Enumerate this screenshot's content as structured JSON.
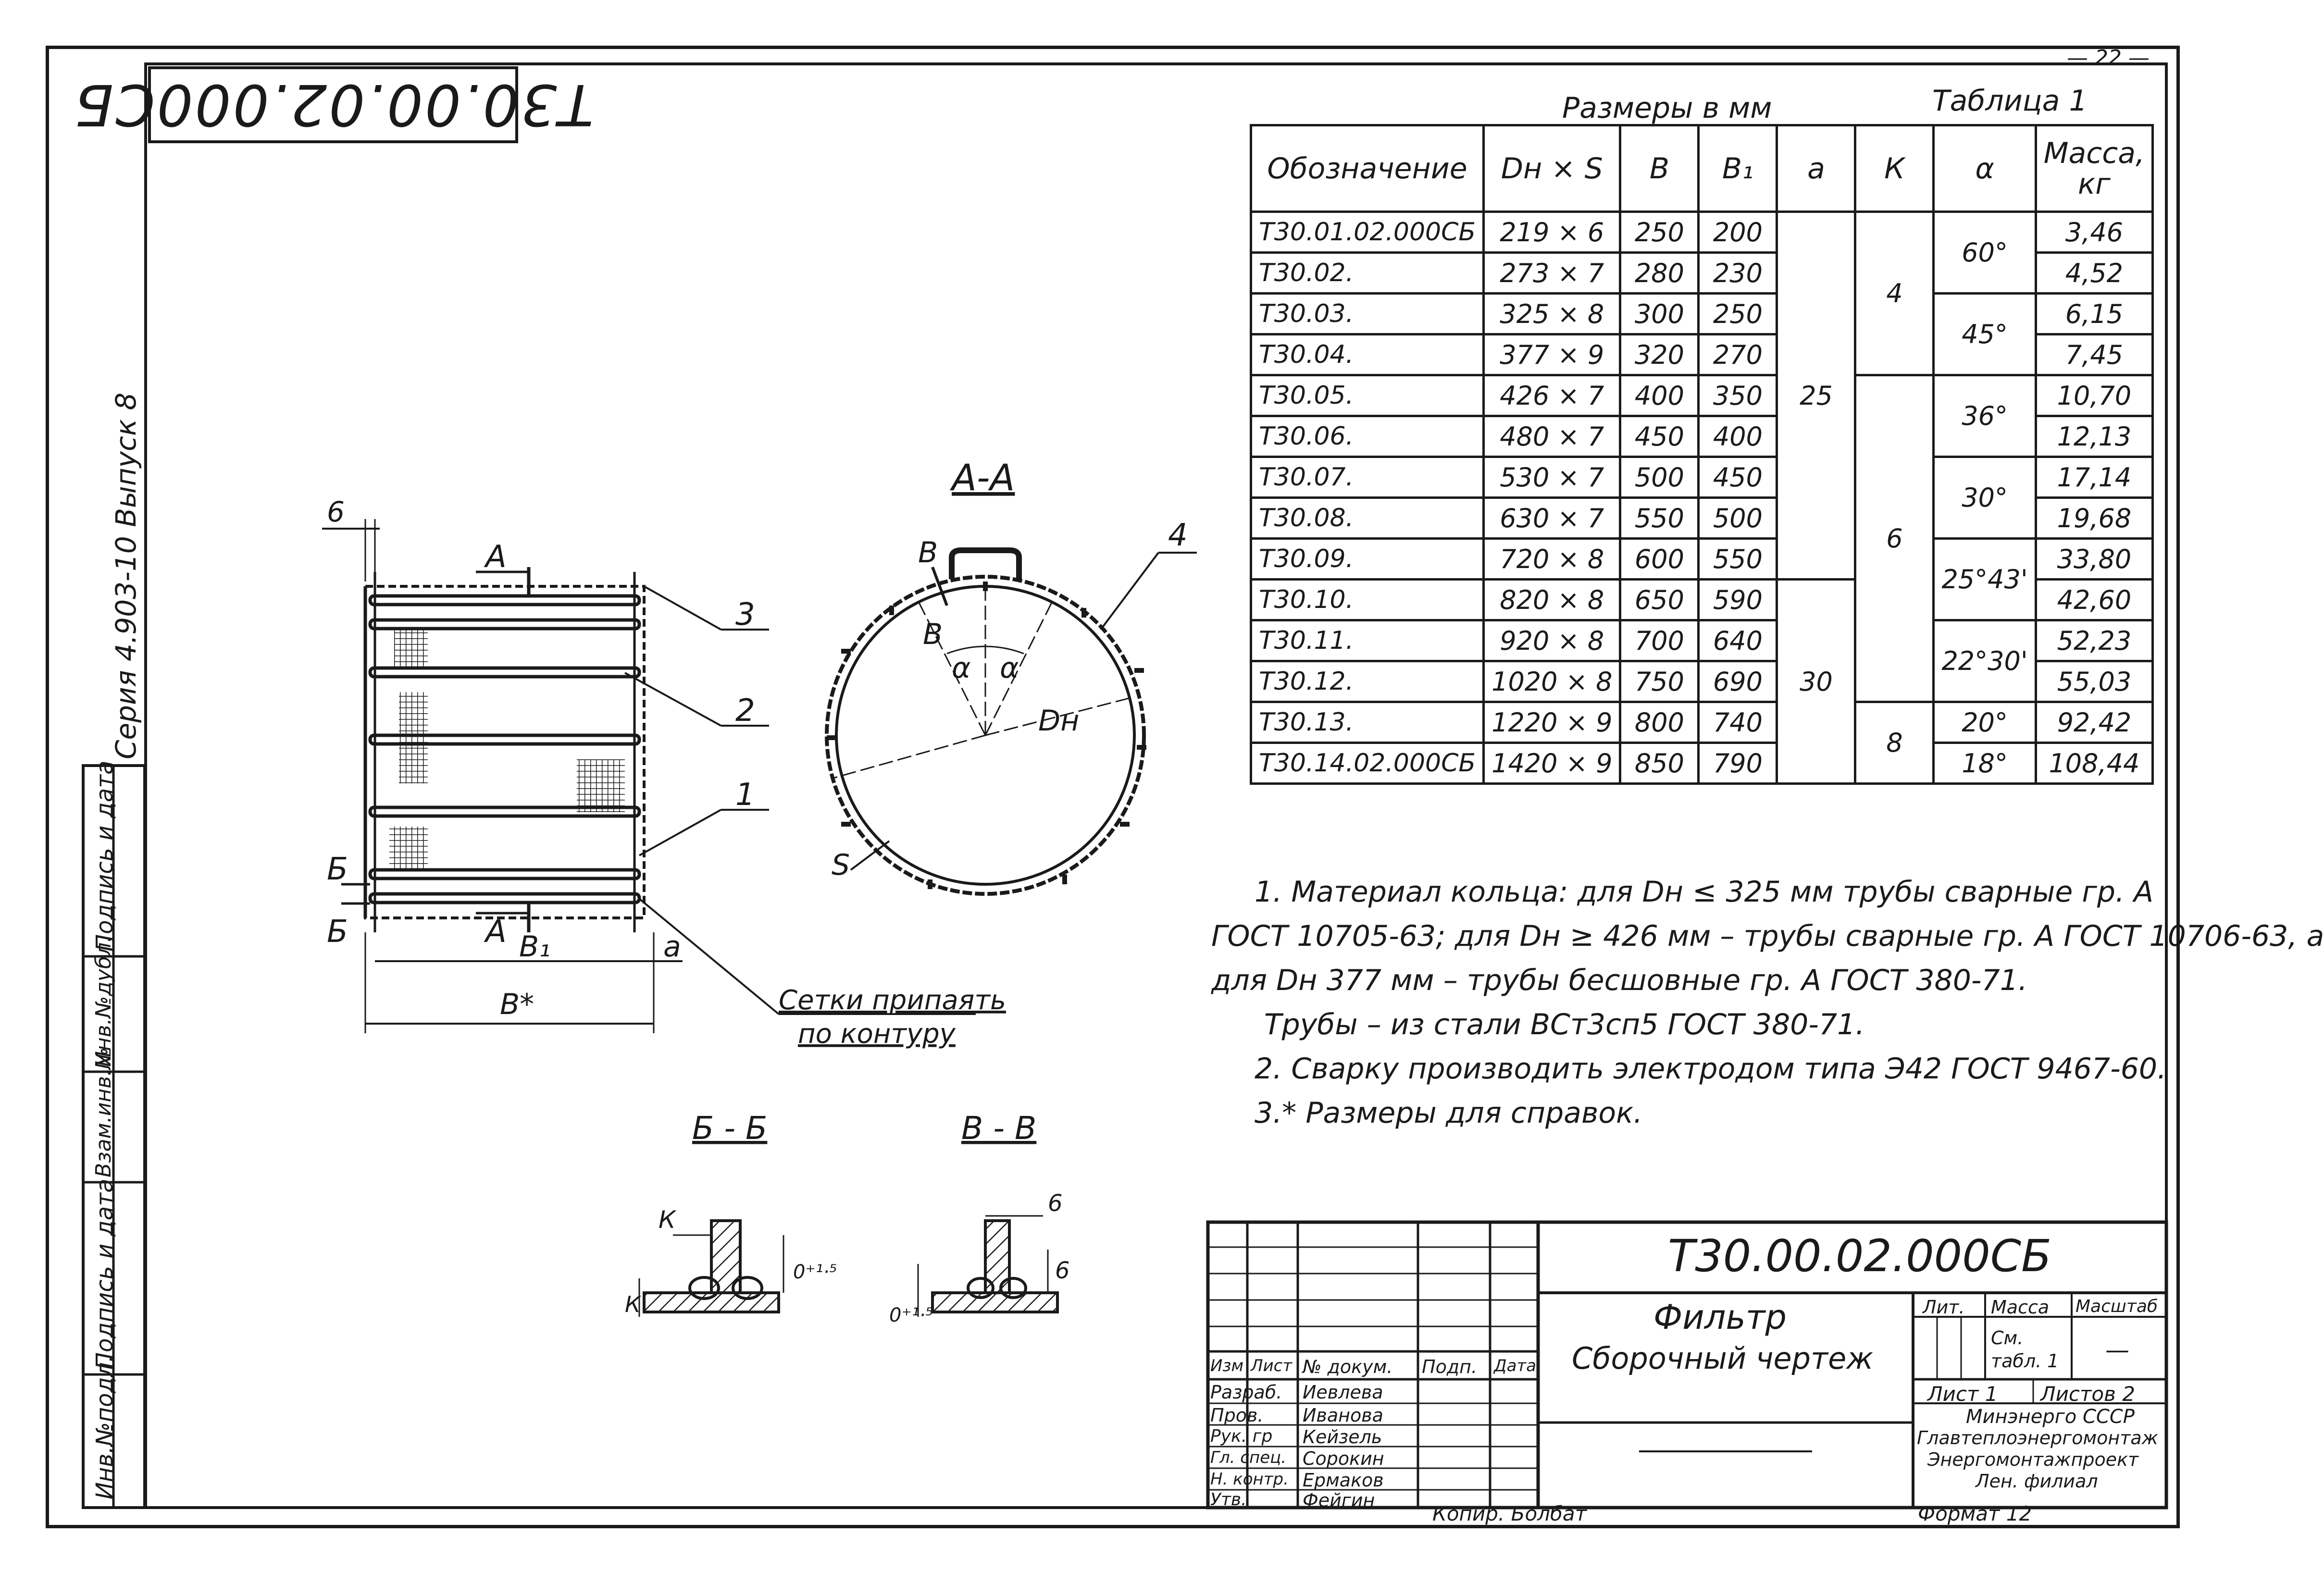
{
  "page_number": "— 22 —",
  "stamp_code": "Т30.00.02.000СБ",
  "series_text": "Серия 4.903-10   Выпуск 8",
  "side_labels": [
    "Подпись и дата",
    "Инв.№дубл.",
    "Взам.инв.№",
    "Подпись и дата",
    "Инв.№подл."
  ],
  "table": {
    "caption_center": "Размеры в мм",
    "caption_right": "Таблица 1",
    "headers": [
      "Обозначение",
      "Dн × S",
      "В",
      "В₁",
      "а",
      "К",
      "α",
      "Масса, кг"
    ],
    "rows": [
      [
        "Т30.01.02.000СБ",
        "219 × 6",
        "250",
        "200",
        "3,46"
      ],
      [
        "Т30.02.",
        "273 × 7",
        "280",
        "230",
        "4,52"
      ],
      [
        "Т30.03.",
        "325 × 8",
        "300",
        "250",
        "6,15"
      ],
      [
        "Т30.04.",
        "377 × 9",
        "320",
        "270",
        "7,45"
      ],
      [
        "Т30.05.",
        "426 × 7",
        "400",
        "350",
        "10,70"
      ],
      [
        "Т30.06.",
        "480 × 7",
        "450",
        "400",
        "12,13"
      ],
      [
        "Т30.07.",
        "530 × 7",
        "500",
        "450",
        "17,14"
      ],
      [
        "Т30.08.",
        "630 × 7",
        "550",
        "500",
        "19,68"
      ],
      [
        "Т30.09.",
        "720 × 8",
        "600",
        "550",
        "33,80"
      ],
      [
        "Т30.10.",
        "820 × 8",
        "650",
        "590",
        "42,60"
      ],
      [
        "Т30.11.",
        "920 × 8",
        "700",
        "640",
        "52,23"
      ],
      [
        "Т30.12.",
        "1020 × 8",
        "750",
        "690",
        "55,03"
      ],
      [
        "Т30.13.",
        "1220 × 9",
        "800",
        "740",
        "92,42"
      ],
      [
        "Т30.14.02.000СБ",
        "1420 × 9",
        "850",
        "790",
        "108,44"
      ]
    ],
    "a_values": [
      "25",
      "30"
    ],
    "k_values": [
      "4",
      "6",
      "8"
    ],
    "alpha_values": [
      "60°",
      "45°",
      "36°",
      "30°",
      "25°43'",
      "22°30'",
      "20°",
      "18°"
    ]
  },
  "notes": [
    "1. Материал кольца: для Dн ≤ 325 мм трубы сварные гр. А",
    "ГОСТ 10705-63; для Dн ≥ 426 мм – трубы сварные гр. А ГОСТ 10706-63, а",
    "для Dн 377 мм – трубы бесшовные гр. А ГОСТ 380-71.",
    "Трубы – из стали ВСт3сп5 ГОСТ 380-71.",
    "2. Сварку производить электродом типа Э42 ГОСТ 9467-60.",
    "3.* Размеры для справок."
  ],
  "drawing": {
    "section_aa": "А-А",
    "section_bb": "Б - Б",
    "section_vv": "В - В",
    "label_A": "А",
    "label_B": "Б",
    "label_V": "В",
    "dim_6": "6",
    "dim_B1": "В₁",
    "dim_B": "В*",
    "dim_a": "а",
    "dim_Dn": "Dн",
    "dim_S": "S",
    "dim_alpha": "α",
    "dim_K": "К",
    "dim_tol": "0⁺¹·⁵",
    "callouts": [
      "1",
      "2",
      "3",
      "4"
    ],
    "note_mesh_1": "Сетки припаять",
    "note_mesh_2": "по контуру"
  },
  "title_block": {
    "doc_code": "Т30.00.02.000СБ",
    "title_1": "Фильтр",
    "title_2": "Сборочный чертеж",
    "col_headers": [
      "Изм",
      "Лист",
      "№ докум.",
      "Подп.",
      "Дата"
    ],
    "roles": [
      {
        "role": "Разраб.",
        "name": "Иевлева"
      },
      {
        "role": "Пров.",
        "name": "Иванова"
      },
      {
        "role": "Рук. гр",
        "name": "Кейзель"
      },
      {
        "role": "Гл. спец.",
        "name": "Сорокин"
      },
      {
        "role": "Н. контр.",
        "name": "Ермаков"
      },
      {
        "role": "Утв.",
        "name": "Фейгин"
      }
    ],
    "lit_label": "Лит.",
    "mass_label": "Масса",
    "scale_label": "Масштаб",
    "mass_value": "См. табл. 1",
    "scale_value": "—",
    "sheet": "Лист 1",
    "sheets": "Листов 2",
    "org_1": "Минэнерго СССР",
    "org_2": "Главтеплоэнергомонтаж",
    "org_3": "Энергомонтажпроект",
    "org_4": "Лен. филиал",
    "copied": "Копир. Болбат",
    "format": "Формат 12"
  }
}
